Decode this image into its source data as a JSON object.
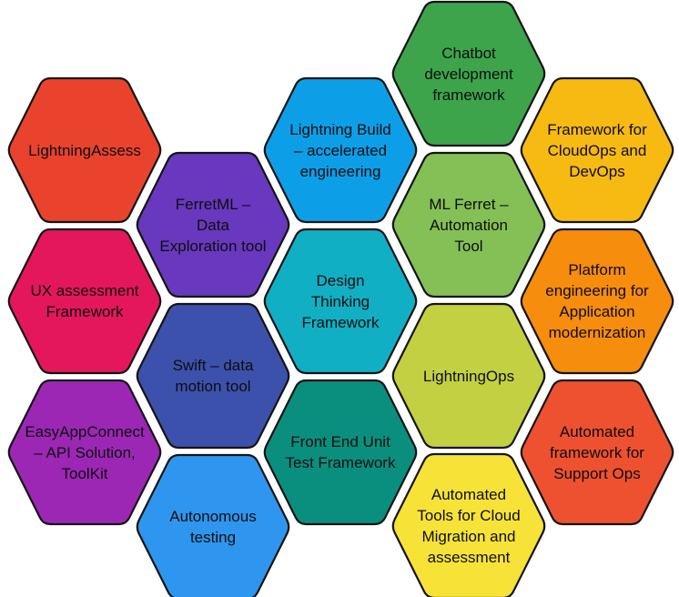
{
  "diagram": {
    "type": "honeycomb-hexagon-diagram",
    "background_color": "#FFFFFF",
    "outline_color": "#141414",
    "text_color": "#0D0D0D",
    "hexagons": [
      {
        "id": "lightning-assess",
        "label": "LightningAssess",
        "color": "#E9432E"
      },
      {
        "id": "ux-assessment",
        "label": "UX assessment\nFramework",
        "color": "#E5175C"
      },
      {
        "id": "easy-app-connect",
        "label": "EasyAppConnect\n– API Solution,\nToolKit",
        "color": "#9C27B5"
      },
      {
        "id": "ferret-ml",
        "label": "FerretML –\nData\nExploration tool",
        "color": "#6838BE"
      },
      {
        "id": "swift-data-motion",
        "label": "Swift – data\nmotion tool",
        "color": "#3C51AB"
      },
      {
        "id": "autonomous-testing",
        "label": "Autonomous\ntesting",
        "color": "#2E96EE"
      },
      {
        "id": "lightning-build",
        "label": "Lightning Build\n– accelerated\nengineering",
        "color": "#0C9FE8"
      },
      {
        "id": "design-thinking",
        "label": "Design\nThinking\nFramework",
        "color": "#10AFC4"
      },
      {
        "id": "front-end-unit-test",
        "label": "Front End Unit\nTest Framework",
        "color": "#0A8F7E"
      },
      {
        "id": "chatbot-development",
        "label": "Chatbot\ndevelopment\nframework",
        "color": "#3DA44C"
      },
      {
        "id": "ml-ferret-automation",
        "label": "ML Ferret –\nAutomation\nTool",
        "color": "#84C055"
      },
      {
        "id": "lightning-ops",
        "label": "LightningOps",
        "color": "#C3D041"
      },
      {
        "id": "automated-cloud-tools",
        "label": "Automated\nTools for Cloud\nMigration and\nassessment",
        "color": "#F7E338"
      },
      {
        "id": "cloudops-devops",
        "label": "Framework for\nCloudOps and\nDevOps",
        "color": "#F7BA12"
      },
      {
        "id": "platform-engineering",
        "label": "Platform\nengineering for\nApplication\nmodernization",
        "color": "#F78D0C"
      },
      {
        "id": "support-ops",
        "label": "Automated\nframework for\nSupport Ops",
        "color": "#EE5130"
      }
    ]
  }
}
